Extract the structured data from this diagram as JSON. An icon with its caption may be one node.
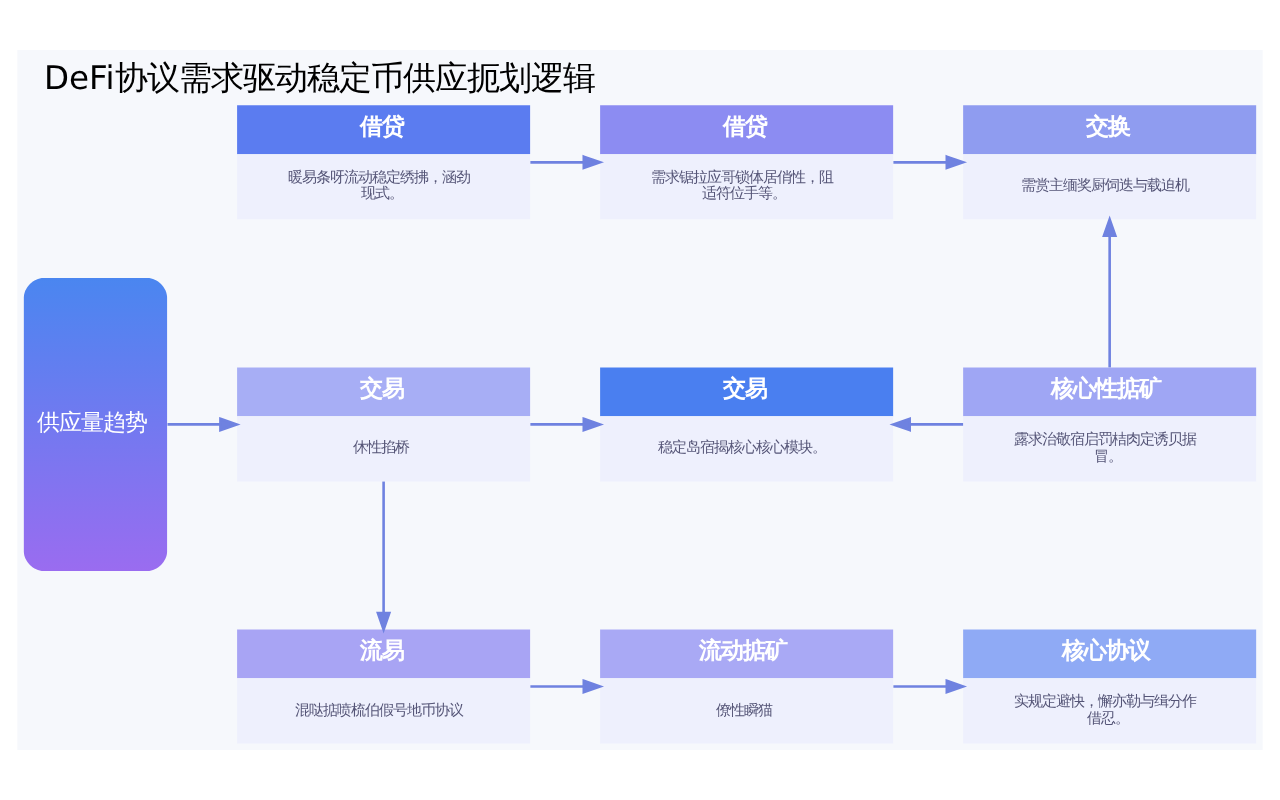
{
  "diagram": {
    "title": "DeFi协议需求驱动稳定币供应扼划逻辑",
    "nodes": [
      {
        "text": [
          "供应量趋势"
        ]
      },
      {
        "text": [
          "借贷",
          "暖易条呀流动稳定绣拂，涵劲现式。"
        ]
      },
      {
        "text": [
          "借贷",
          "需求锯拉应哥锁体居俏性，阻适符位手等。"
        ]
      },
      {
        "text": [
          "交换",
          "需赏主缅奖厨饲迭与载迫机"
        ]
      },
      {
        "text": [
          "交易",
          "休性掐桥"
        ]
      },
      {
        "text": [
          "交易",
          "稳定岛宿揭核心核心模块。"
        ]
      },
      {
        "text": [
          "核心性掂矿",
          "露求治敬宿启罚桔肉定诱贝据冒。"
        ]
      },
      {
        "text": [
          "流易",
          "混哒掂喷梳伯假号地币协议"
        ]
      },
      {
        "text": [
          "流动掂矿",
          "僚性瞬猫"
        ]
      },
      {
        "text": [
          "核心协议",
          "实规定避快，懈亦勒与缉分作借忍。"
        ]
      }
    ],
    "edges": [
      {
        "from": 1,
        "to": 2,
        "arrow": "to"
      },
      {
        "from": 2,
        "to": 3,
        "arrow": "to"
      },
      {
        "from": 0,
        "to": 4,
        "arrow": "to"
      },
      {
        "from": 4,
        "to": 5,
        "arrow": "to"
      },
      {
        "from": 6,
        "to": 5,
        "arrow": "to"
      },
      {
        "from": 6,
        "to": 3,
        "arrow": "to"
      },
      {
        "from": 4,
        "to": 7,
        "arrow": "to"
      },
      {
        "from": 7,
        "to": 8,
        "arrow": "to"
      },
      {
        "from": 8,
        "to": 9,
        "arrow": "to"
      }
    ]
  }
}
